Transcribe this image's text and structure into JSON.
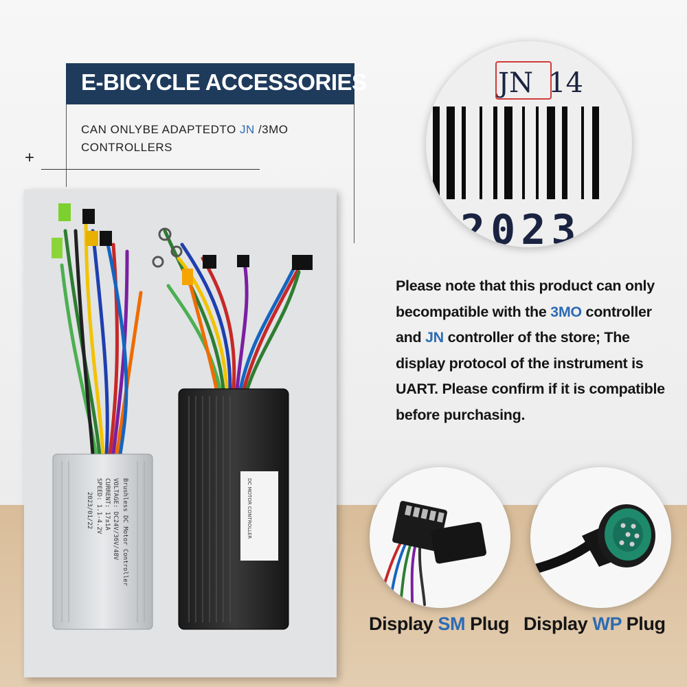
{
  "header": {
    "title": "E-BICYCLE ACCESSORIES",
    "subtitle_line1_a": "CAN ONLYBE ADAPTEDTO ",
    "subtitle_line1_jn": "JN",
    "subtitle_line1_b": " /3MO",
    "subtitle_line2": "CONTROLLERS",
    "plus": "+"
  },
  "barcode": {
    "code_prefix": "JN",
    "code_rest": "14",
    "year": "2023"
  },
  "note": {
    "p1": "Please note that this product can only becompatible with the ",
    "m1": "3MO",
    "p2": " controller and ",
    "m2": "JN",
    "p3": " controller of the store; The display protocol of the instrument is UART. Please confirm if it is compatible before purchasing."
  },
  "plugs": {
    "sm": {
      "a": "Display ",
      "b": "SM",
      "c": " Plug"
    },
    "wp": {
      "a": "Display ",
      "b": "WP",
      "c": " Plug"
    }
  },
  "labels": {
    "small_controller": [
      "Brushless DC Motor Controller",
      "VOLTAGE: DC24V/36V/48V",
      "CURRENT: 17±1A",
      "SPEED: 1.1-4.2V",
      "2023/01/22"
    ],
    "large_controller": "DC MOTOR CONTROLLER"
  },
  "colors": {
    "accent": "#2d6bb3",
    "header_bg": "#1f3b5c",
    "barcode_box": "#d23a3a"
  }
}
